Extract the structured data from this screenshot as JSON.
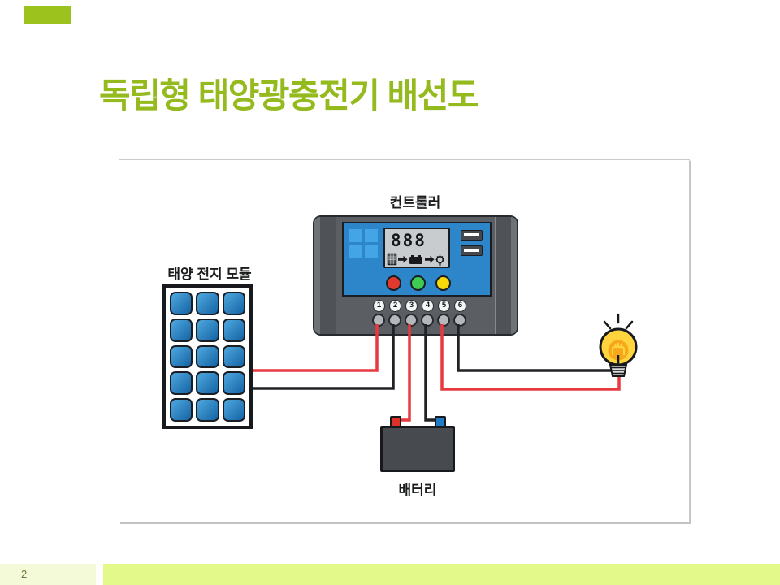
{
  "slide": {
    "title": "독립형 태양광충전기 배선도",
    "page_number": "2"
  },
  "diagram": {
    "controller": {
      "label": "컨트롤러",
      "display_digits": "888",
      "terminals": [
        "1",
        "2",
        "3",
        "4",
        "5",
        "6"
      ],
      "flow_icons": [
        "solar-panel",
        "arrow-right",
        "battery",
        "arrow-right",
        "bulb"
      ]
    },
    "solar_module": {
      "label": "태양 전지 모듈",
      "cell_rows": 5,
      "cell_cols": 3
    },
    "battery": {
      "label": "배터리"
    },
    "load": {
      "name": "light-bulb"
    },
    "colors": {
      "title_green": "#95BA1E",
      "accent_rect": "#9CC21E",
      "footer_bar": "#E3FA8A",
      "footer_page_bg": "#F4FAD8",
      "panel_blue": "#2E86CA",
      "panel_square_blue": "#44A5E6",
      "solar_cell_blue": "#2A7FC0",
      "wire_positive": "#E63A40",
      "wire_negative": "#202225",
      "button_red": "#E2392E",
      "button_green": "#3ECC52",
      "button_yellow": "#F6D90A",
      "bulb_yellow": "#FFD43C",
      "battery_pos_terminal": "#DD3227",
      "battery_neg_terminal": "#1E7CC6"
    }
  }
}
